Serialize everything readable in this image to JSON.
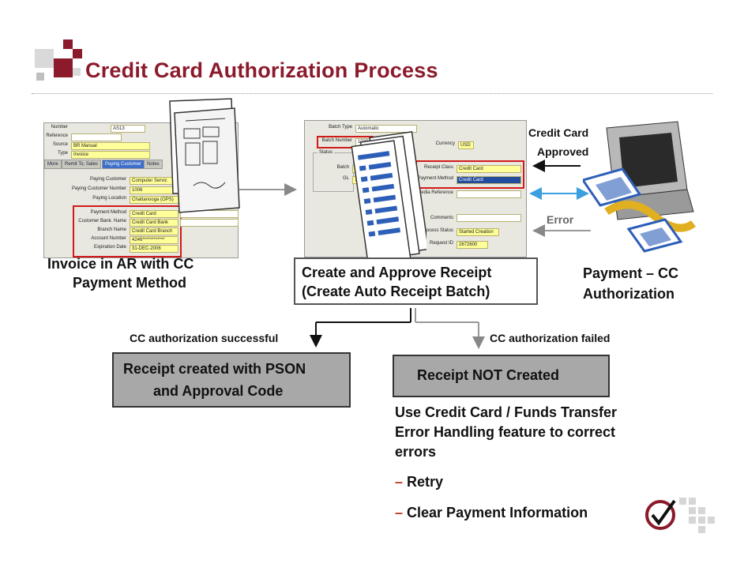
{
  "title": "Credit Card Authorization Process",
  "colors": {
    "brand": "#8b1a2b",
    "arrow_blue": "#3aa0e0",
    "highlight_red": "#d21a1a",
    "field_yellow": "#ffff99"
  },
  "ar_form": {
    "rows": [
      {
        "label": "Number",
        "value": "AS13"
      },
      {
        "label": "Reference",
        "value": ""
      },
      {
        "label": "Source",
        "value": "BR Manual"
      },
      {
        "label": "Type",
        "value": "Invoice"
      }
    ],
    "tabs": [
      "More",
      "Remit To, Sales",
      "Paying Customer",
      "Notes"
    ],
    "customer_rows": [
      {
        "label": "Paying Customer",
        "value": "Computer Servic"
      },
      {
        "label": "Paying Customer Number",
        "value": "1006"
      },
      {
        "label": "Paying Location",
        "value": "Chattanooga (OPS)"
      }
    ],
    "payment_rows": [
      {
        "label": "Payment Method",
        "value": "Credit Card"
      },
      {
        "label": "Customer Bank. Name",
        "value": "Credit Card Bank"
      },
      {
        "label": "Branch Name",
        "value": "Credit Card Branch"
      },
      {
        "label": "Account Number",
        "value": "4246************"
      },
      {
        "label": "Expiration Date",
        "value": "31-DEC-2006"
      }
    ]
  },
  "receipt_form": {
    "batch_type_label": "Batch Type",
    "batch_type_value": "Automatic",
    "batch_number_label": "Batch Number",
    "batch_number_value": "1038",
    "currency_label": "Currency",
    "currency_value": "USD",
    "status_label": "Status",
    "batch_label": "Batch",
    "batch_value": "1",
    "gl_label": "GL",
    "gl_value": "1",
    "receipt_class_label": "Receipt Class",
    "receipt_class_value": "Credit Card",
    "payment_method_label": "Payment Method",
    "payment_method_value": "Credit Card",
    "media_ref_label": "Media Reference",
    "comments_label": "Comments",
    "process_status_label": "Process Status",
    "process_status_value": "Started Creation",
    "request_id_label": "Request ID",
    "request_id_value": "2672600"
  },
  "captions": {
    "invoice_line1": "Invoice in AR with CC",
    "invoice_line2": "Payment Method",
    "create_line1": "Create and Approve Receipt",
    "create_line2": "(Create Auto Receipt Batch)",
    "payment_line1": "Payment – CC",
    "payment_line2": "Authorization",
    "cc_approved_line1": "Credit Card",
    "cc_approved_line2": "Approved",
    "error": "Error"
  },
  "branches": {
    "success_label": "CC authorization successful",
    "failed_label": "CC authorization failed",
    "success_box_line1": "Receipt created with PSON",
    "success_box_line2": "and Approval Code",
    "failed_box": "Receipt NOT Created"
  },
  "notes": {
    "line1": "Use Credit Card / Funds Transfer",
    "line2": "Error Handling feature to correct",
    "line3": "errors",
    "bullets": [
      "Retry",
      "Clear Payment Information"
    ],
    "dash": "–"
  }
}
